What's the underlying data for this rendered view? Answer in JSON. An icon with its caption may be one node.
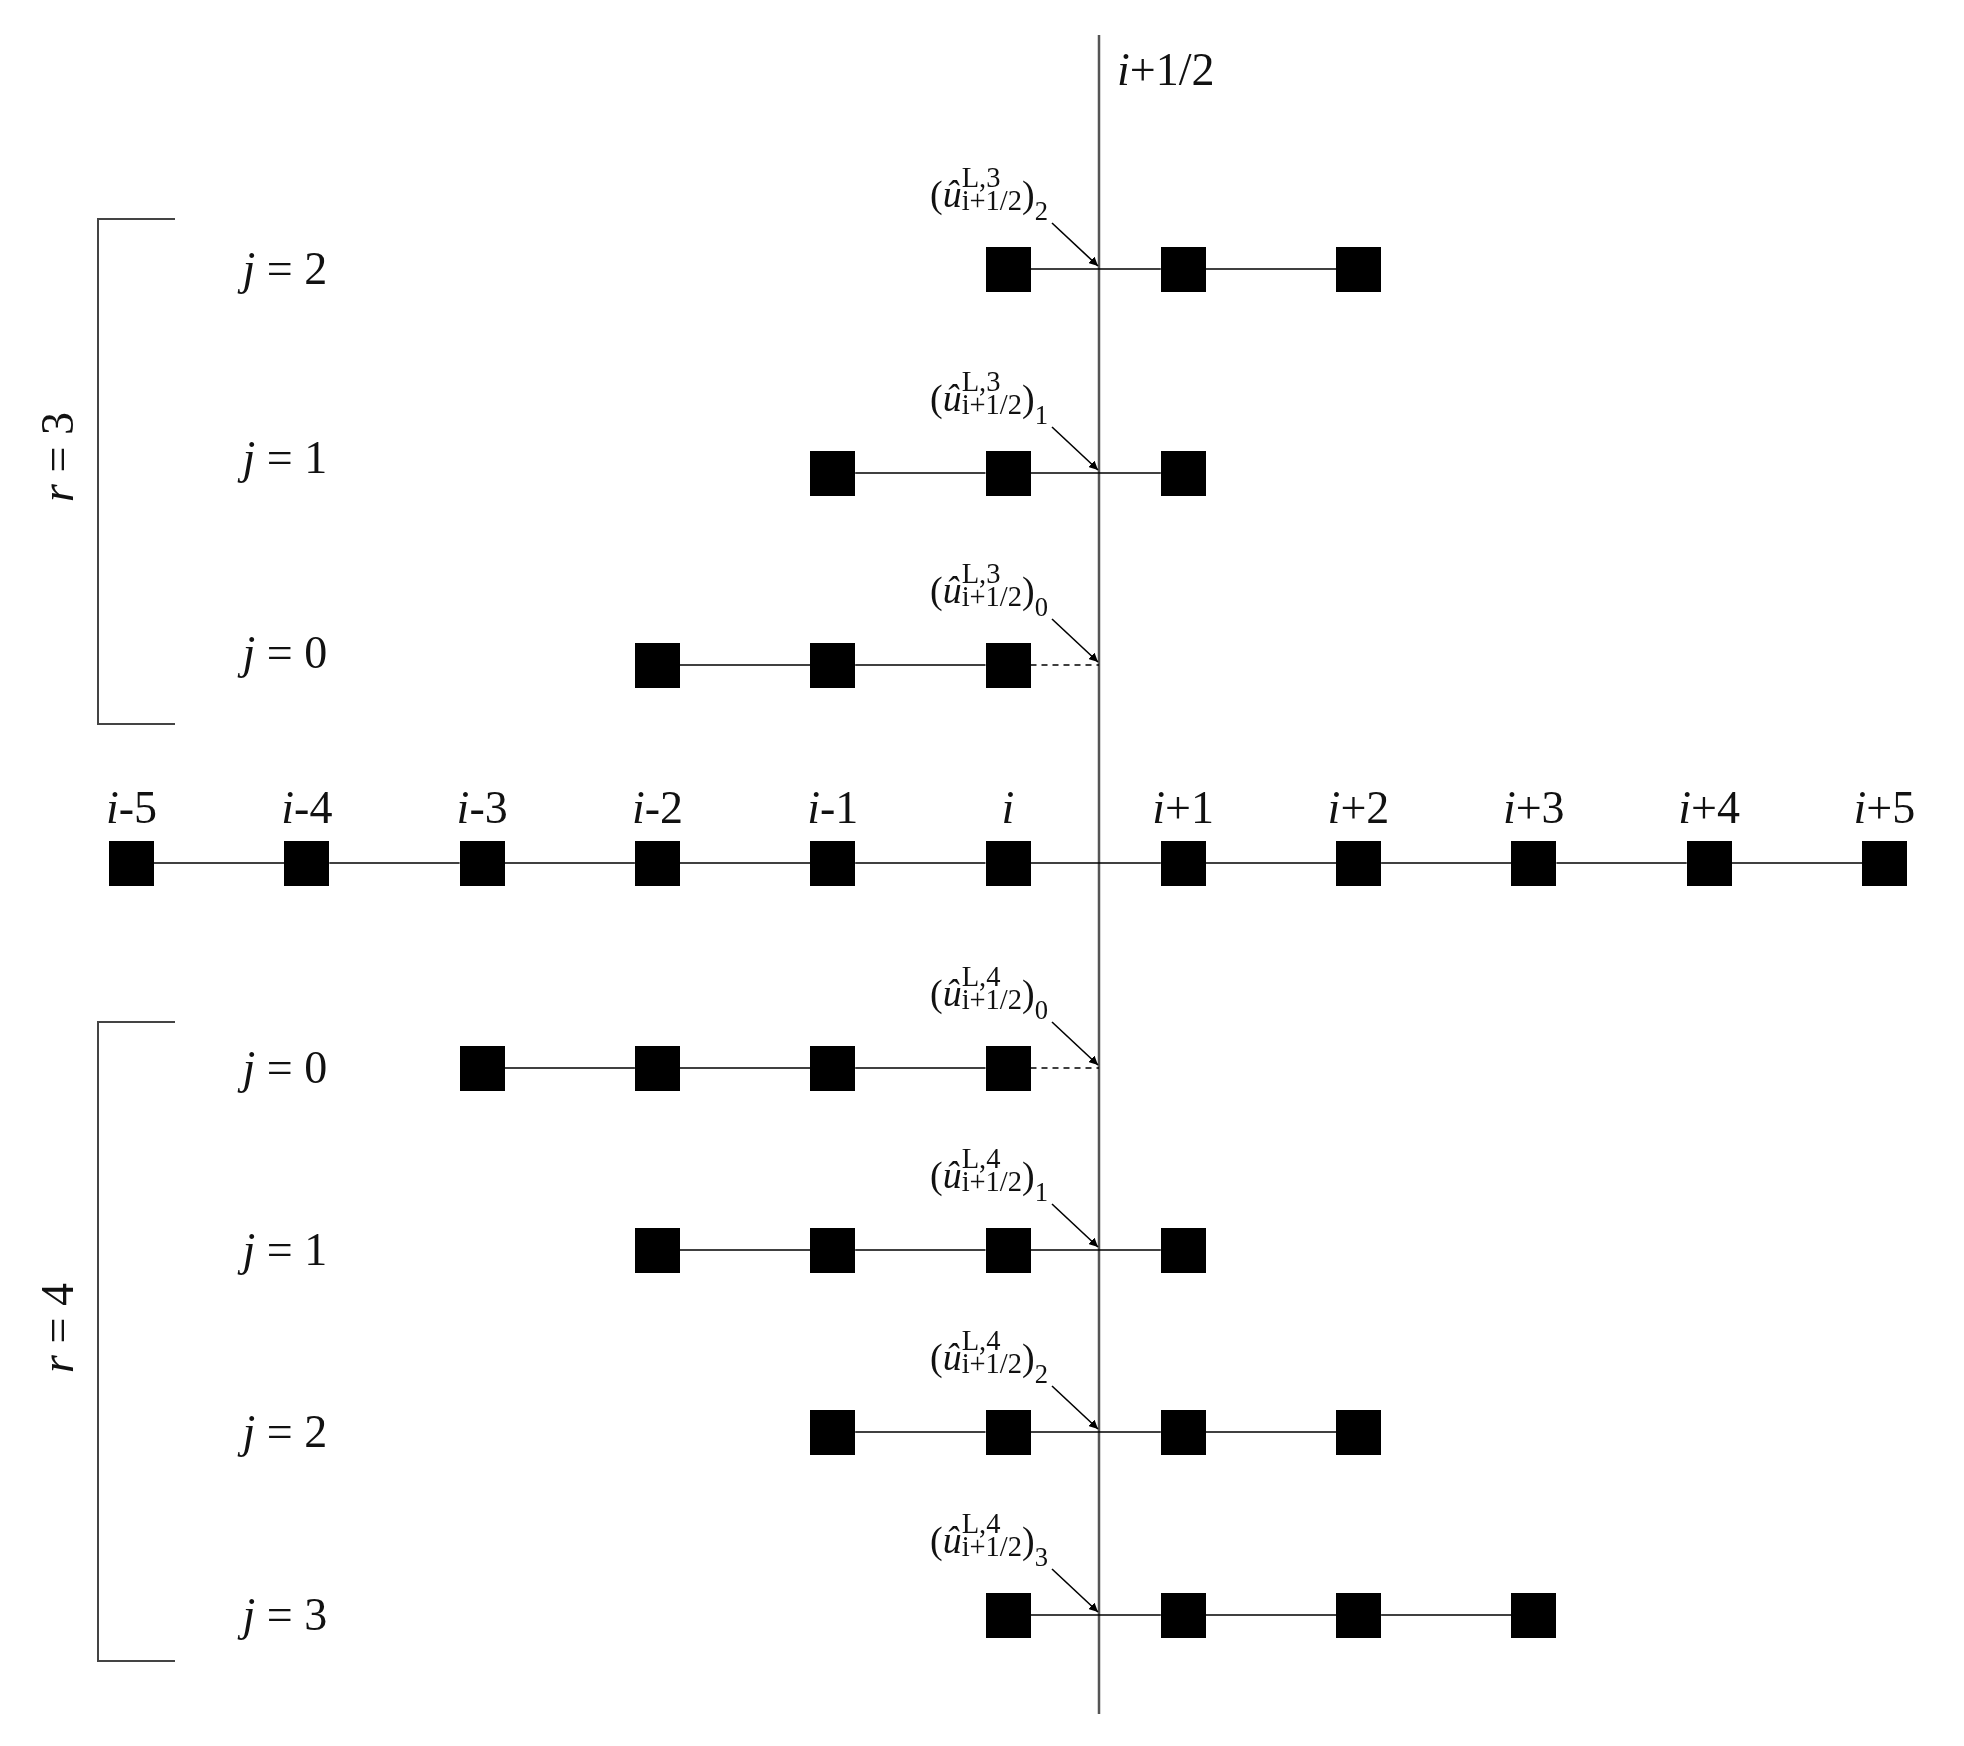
{
  "diagram": {
    "nodes": [
      {
        "text": [
          "(*û*$^{L,3}$$_{i+1/2}$)$_{2}$"
        ]
      },
      {
        "text": [],
        "shape": "box"
      },
      {
        "text": [],
        "shape": "box"
      },
      {
        "text": [],
        "shape": "box"
      },
      {
        "text": [
          "(*û*$^{L,3}$$_{i+1/2}$)$_{1}$"
        ]
      },
      {
        "text": [],
        "shape": "box"
      },
      {
        "text": [],
        "shape": "box"
      },
      {
        "text": [],
        "shape": "box"
      },
      {
        "text": [
          "(*û*$^{L,3}$$_{i+1/2}$)$_{0}$"
        ]
      },
      {
        "text": [],
        "shape": "box"
      },
      {
        "text": [],
        "shape": "box"
      },
      {
        "text": [],
        "shape": "box"
      },
      {
        "text": [],
        "shape": "box"
      },
      {
        "text": [],
        "shape": "box"
      },
      {
        "text": [],
        "shape": "box"
      },
      {
        "text": [],
        "shape": "box"
      },
      {
        "text": [],
        "shape": "box"
      },
      {
        "text": [],
        "shape": "box"
      },
      {
        "text": [],
        "shape": "box"
      },
      {
        "text": [],
        "shape": "box"
      },
      {
        "text": [],
        "shape": "box"
      },
      {
        "text": [],
        "shape": "box"
      },
      {
        "text": [],
        "shape": "box"
      },
      {
        "text": [
          "(*û*$^{L,4}$$_{i+1/2}$)$_{0}$"
        ]
      },
      {
        "text": [],
        "shape": "box"
      },
      {
        "text": [],
        "shape": "box"
      },
      {
        "text": [],
        "shape": "box"
      },
      {
        "text": [],
        "shape": "box"
      },
      {
        "text": [
          "(*û*$^{L,4}$$_{i+1/2}$)$_{1}$"
        ]
      },
      {
        "text": [],
        "shape": "box"
      },
      {
        "text": [],
        "shape": "box"
      },
      {
        "text": [],
        "shape": "box"
      },
      {
        "text": [],
        "shape": "box"
      },
      {
        "text": [
          "(*û*$^{L,4}$$_{i+1/2}$)$_{2}$"
        ]
      },
      {
        "text": [],
        "shape": "box"
      },
      {
        "text": [],
        "shape": "box"
      },
      {
        "text": [],
        "shape": "box"
      },
      {
        "text": [],
        "shape": "box"
      },
      {
        "text": [
          "(*û*$^{L,4}$$_{i+1/2}$)$_{3}$"
        ]
      },
      {
        "text": [],
        "shape": "box"
      },
      {
        "text": [],
        "shape": "box"
      },
      {
        "text": [],
        "shape": "box"
      },
      {
        "text": [],
        "shape": "box"
      }
    ],
    "edges": [
      {
        "from": 0,
        "to": null,
        "arrow": "to"
      },
      {
        "from": 1,
        "to": 2,
        "arrow": "none"
      },
      {
        "from": 2,
        "to": 3,
        "arrow": "none"
      },
      {
        "from": 4,
        "to": null,
        "arrow": "to"
      },
      {
        "from": 5,
        "to": 6,
        "arrow": "none"
      },
      {
        "from": 6,
        "to": 7,
        "arrow": "none"
      },
      {
        "from": 8,
        "to": null,
        "arrow": "to"
      },
      {
        "from": 9,
        "to": 10,
        "arrow": "none"
      },
      {
        "from": 10,
        "to": 11,
        "arrow": "none"
      },
      {
        "from": 11,
        "to": null,
        "arrow": "none",
        "style": "dashed"
      },
      {
        "from": 12,
        "to": 13,
        "arrow": "none"
      },
      {
        "from": 13,
        "to": 14,
        "arrow": "none"
      },
      {
        "from": 14,
        "to": 15,
        "arrow": "none"
      },
      {
        "from": 15,
        "to": 16,
        "arrow": "none"
      },
      {
        "from": 16,
        "to": 17,
        "arrow": "none"
      },
      {
        "from": 17,
        "to": 18,
        "arrow": "none"
      },
      {
        "from": 18,
        "to": 19,
        "arrow": "none"
      },
      {
        "from": 19,
        "to": 20,
        "arrow": "none"
      },
      {
        "from": 20,
        "to": 21,
        "arrow": "none"
      },
      {
        "from": 21,
        "to": 22,
        "arrow": "none"
      },
      {
        "from": 23,
        "to": null,
        "arrow": "to"
      },
      {
        "from": 24,
        "to": 25,
        "arrow": "none"
      },
      {
        "from": 25,
        "to": 26,
        "arrow": "none"
      },
      {
        "from": 26,
        "to": 27,
        "arrow": "none"
      },
      {
        "from": 27,
        "to": null,
        "arrow": "none",
        "style": "dashed"
      },
      {
        "from": 28,
        "to": null,
        "arrow": "to"
      },
      {
        "from": 29,
        "to": 30,
        "arrow": "none"
      },
      {
        "from": 30,
        "to": 31,
        "arrow": "none"
      },
      {
        "from": 31,
        "to": 32,
        "arrow": "none"
      },
      {
        "from": 33,
        "to": null,
        "arrow": "to"
      },
      {
        "from": 34,
        "to": 35,
        "arrow": "none"
      },
      {
        "from": 35,
        "to": 36,
        "arrow": "none"
      },
      {
        "from": 36,
        "to": 37,
        "arrow": "none"
      },
      {
        "from": 38,
        "to": null,
        "arrow": "to"
      },
      {
        "from": 39,
        "to": 40,
        "arrow": "none"
      },
      {
        "from": 40,
        "to": 41,
        "arrow": "none"
      },
      {
        "from": 41,
        "to": 42,
        "arrow": "none"
      }
    ],
    "labels": [
      "*i*+1/2",
      "*r* = 3",
      "*j* = 2",
      "*j* = 1",
      "*j* = 0",
      "*i*-5",
      "*i*-4",
      "*i*-3",
      "*i*-2",
      "*i*-1",
      "*i*",
      "*i*+1",
      "*i*+2",
      "*i*+3",
      "*i*+4",
      "*i*+5",
      "*r* = 4",
      "*j* = 0",
      "*j* = 1",
      "*j* = 2",
      "*j* = 3"
    ]
  }
}
